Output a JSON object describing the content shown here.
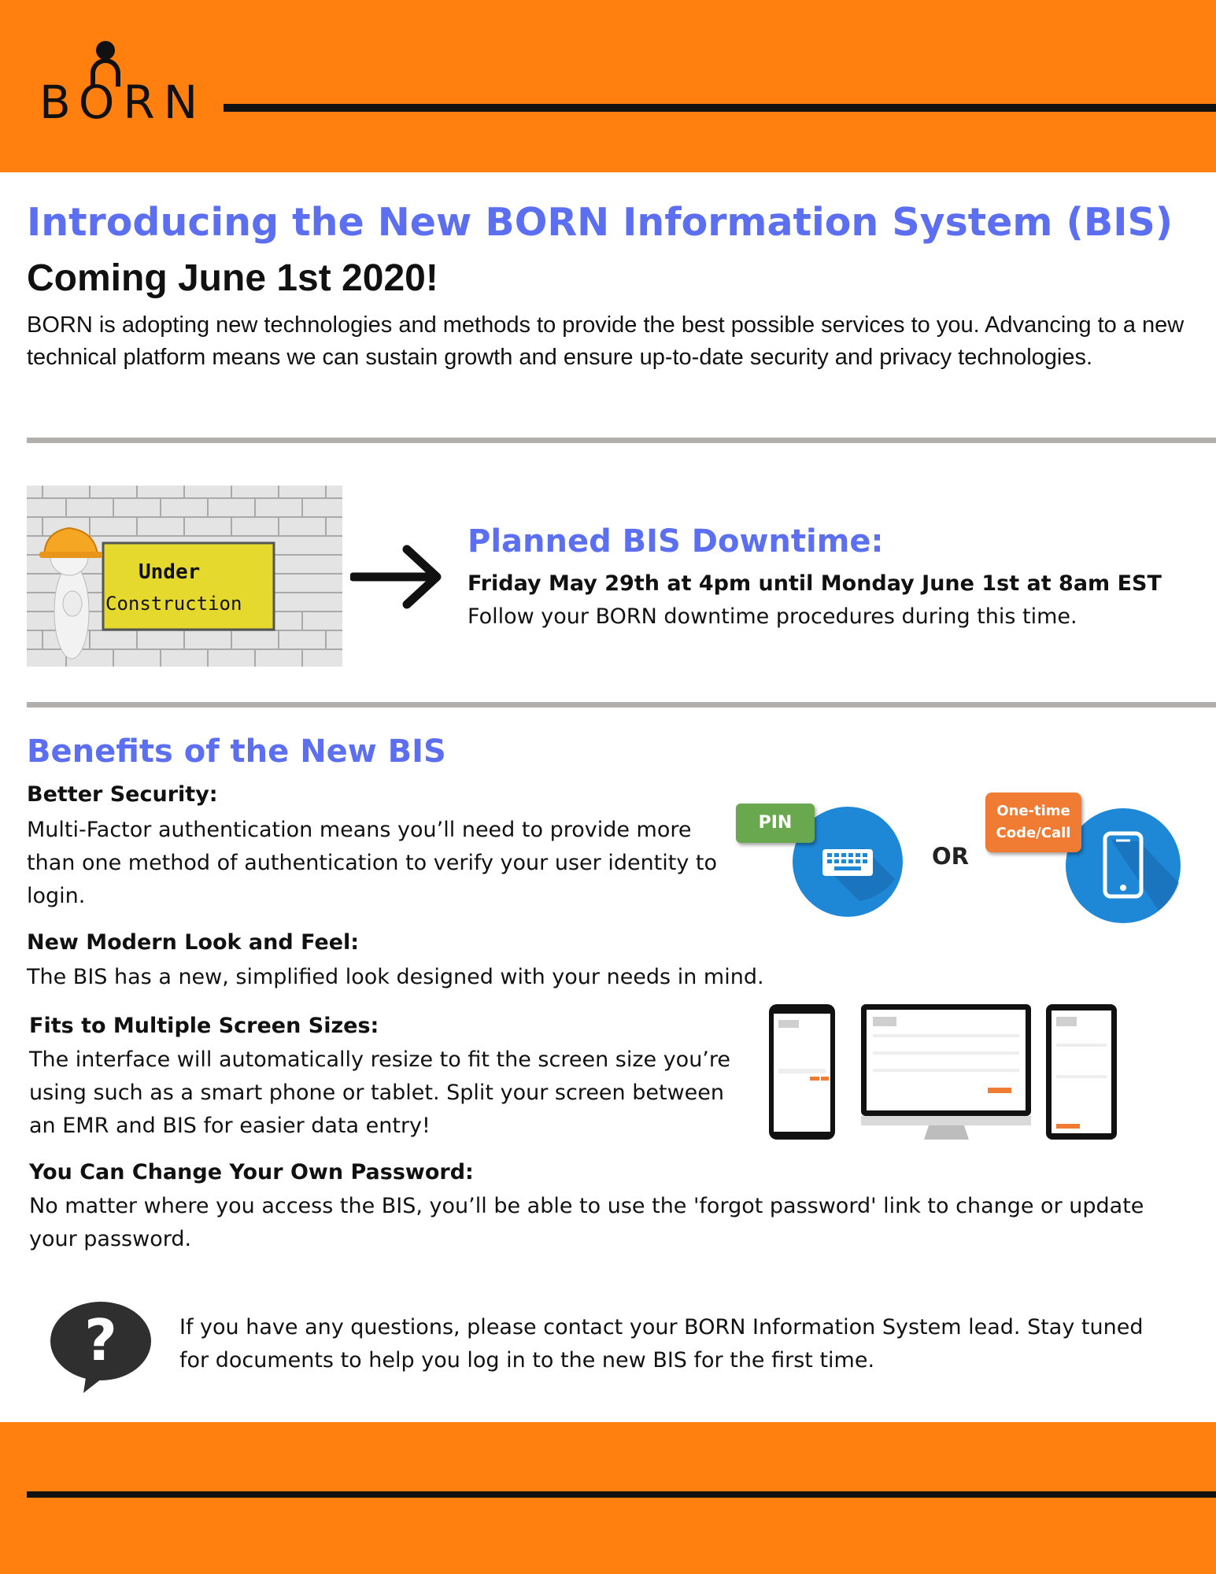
{
  "header": {
    "logo_text": "BORN"
  },
  "intro": {
    "title": "Introducing the New BORN Information System (BIS)",
    "subtitle": "Coming June 1st 2020!",
    "body": "BORN is adopting new technologies and methods to provide the best possible services to you. Advancing to a new technical platform means we can sustain growth and ensure up-to-date security and privacy technologies."
  },
  "downtime": {
    "image": {
      "sign_line1": "Under",
      "sign_line2": "Construction"
    },
    "title": "Planned BIS Downtime:",
    "when": "Friday May 29th at 4pm until Monday June 1st at 8am EST",
    "note": "Follow your BORN downtime procedures during this time."
  },
  "benefits": {
    "title": "Benefits of the New BIS",
    "security": {
      "heading": "Better Security:",
      "body": "Multi-Factor authentication means you’ll need to provide more than one method of authentication to verify your user identity to login."
    },
    "look": {
      "heading": "New Modern Look and Feel:",
      "body": "The BIS has a new, simplified look designed with your needs in mind."
    },
    "screens": {
      "heading": "Fits to Multiple Screen Sizes:",
      "body": "The interface will automatically resize to fit the screen size you’re using such as a smart phone or tablet.  Split your screen between an EMR and BIS for easier data entry!"
    },
    "password": {
      "heading": "You Can Change Your Own Password:",
      "body": "No matter where you access the BIS, you’ll be able to use the 'forgot password' link to change or update your password."
    },
    "mfa_graphic": {
      "pin_label": "PIN",
      "otc_label": "One-time Code/Call",
      "or_label": "OR"
    }
  },
  "help": {
    "icon": "question-bubble-icon",
    "text": "If you have any questions, please contact your BORN Information System lead.  Stay tuned for documents to help you log in to the new BIS for the first time."
  },
  "colors": {
    "orange": "#ff7f0f",
    "heading_blue": "#5b6ff0",
    "divider_gray": "#b1aeae",
    "pin_green": "#6aa84f",
    "otc_orange": "#f07b33",
    "circle_blue": "#1e88d6"
  }
}
